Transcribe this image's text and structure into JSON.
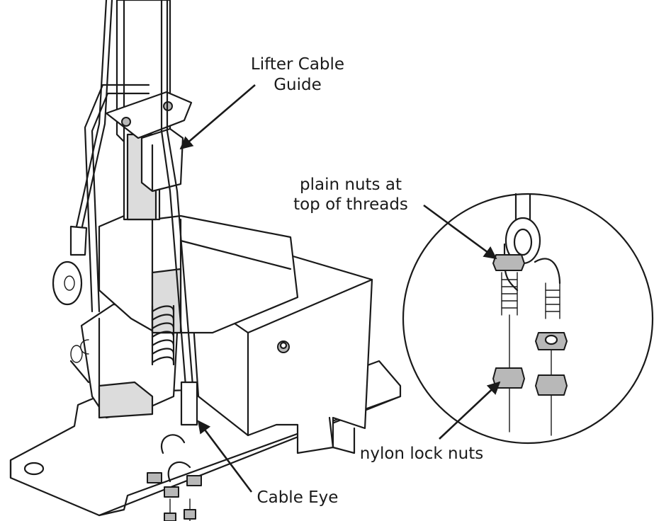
{
  "labels": {
    "lifter_cable_guide_line1": "Lifter Cable",
    "lifter_cable_guide_line2": "Guide",
    "plain_nuts_line1": "plain nuts at",
    "plain_nuts_line2": "top of threads",
    "nylon_lock_nuts": "nylon lock nuts",
    "cable_eye": "Cable Eye"
  },
  "colors": {
    "line": "#1a1a1a",
    "shade_light": "#dcdcdc",
    "shade_dark": "#b8b8b8",
    "background": "#ffffff"
  }
}
